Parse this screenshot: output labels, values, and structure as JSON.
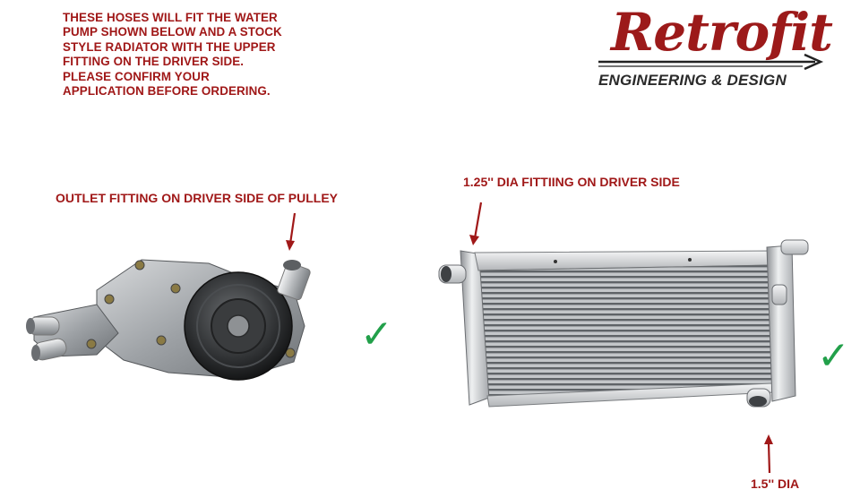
{
  "notice": {
    "lines": [
      "THESE HOSES WILL FIT THE WATER",
      "PUMP SHOWN BELOW AND A STOCK",
      "STYLE RADIATOR WITH THE UPPER",
      "FITTING ON THE DRIVER SIDE.",
      "PLEASE CONFIRM YOUR",
      "APPLICATION BEFORE ORDERING."
    ]
  },
  "logo": {
    "script": "Retrofit",
    "subtitle": "ENGINEERING & DESIGN"
  },
  "labels": {
    "pump_outlet": "OUTLET FITTING ON DRIVER SIDE OF PULLEY",
    "radiator_fitting": "1.25'' DIA FITTIING ON DRIVER SIDE",
    "lower_dia": "1.5'' DIA"
  },
  "checks": {
    "pump": "✓",
    "radiator": "✓"
  },
  "colors": {
    "label_red": "#a01818",
    "logo_red": "#9c1a1a",
    "check_green": "#22a04a",
    "metal": "#b9bcc0"
  },
  "icons": {
    "check": "check-icon",
    "arrow": "arrow-icon"
  }
}
